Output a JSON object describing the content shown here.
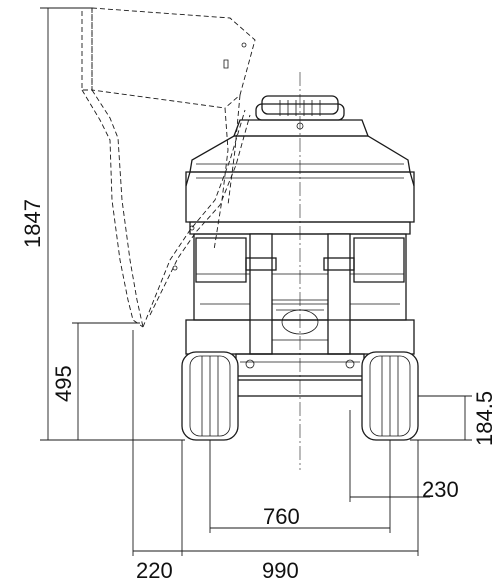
{
  "dimensions": {
    "overall_height": "1847",
    "discharge_height": "495",
    "ground_clearance": "184.5",
    "wheel_width": "230",
    "track_inner": "760",
    "overhang": "220",
    "overall_width": "990"
  },
  "colors": {
    "line": "#1a1a1a",
    "background": "#ffffff"
  }
}
